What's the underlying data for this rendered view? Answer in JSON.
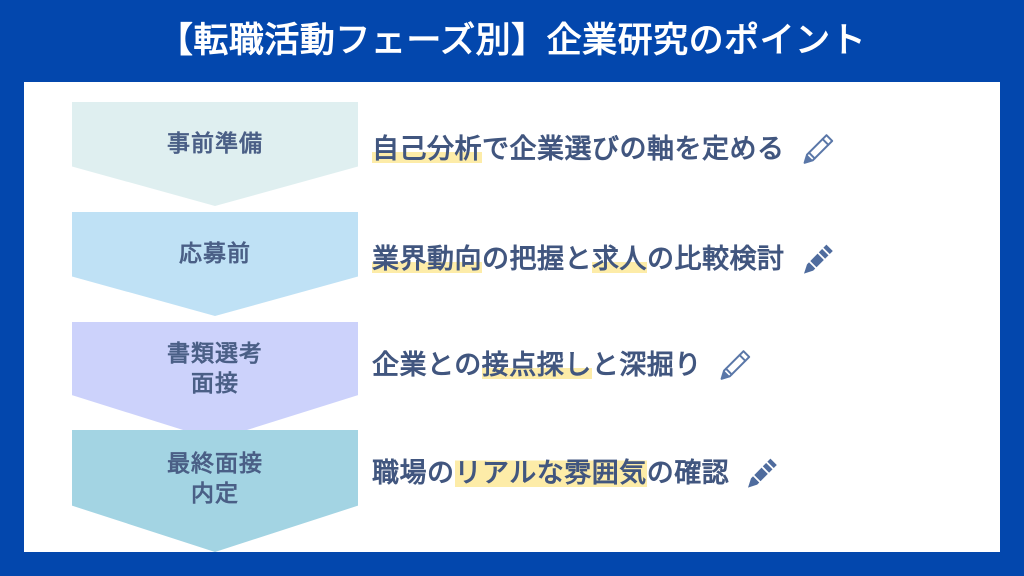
{
  "slide": {
    "title": "【転職活動フェーズ別】企業研究のポイント",
    "background_color": "#0347ad",
    "panel_color": "#ffffff",
    "title_color": "#ffffff",
    "text_color": "#41567f",
    "highlight_color": "#fdeca8"
  },
  "rows": [
    {
      "phase_label": "事前準備",
      "phase_color": "#dfeff0",
      "point_full": "自己分析で企業選びの軸を定める",
      "point_parts": [
        {
          "text": "自己分析",
          "highlight": "partial"
        },
        {
          "text": "で企業選びの軸を定める",
          "highlight": "none"
        }
      ],
      "icon": "pencil-outline-icon"
    },
    {
      "phase_label": "応募前",
      "phase_color": "#bfe1f5",
      "point_full": "業界動向の把握と求人の比較検討",
      "point_parts": [
        {
          "text": "業界動向",
          "highlight": "partial"
        },
        {
          "text": "の把握と",
          "highlight": "none"
        },
        {
          "text": "求人",
          "highlight": "partial"
        },
        {
          "text": "の比較検討",
          "highlight": "none"
        }
      ],
      "icon": "pencil-filled-icon"
    },
    {
      "phase_label": "書類選考\n面接",
      "phase_color": "#ccd2fb",
      "point_full": "企業との接点探しと深掘り",
      "point_parts": [
        {
          "text": "企業との",
          "highlight": "none"
        },
        {
          "text": "接点探し",
          "highlight": "partial"
        },
        {
          "text": "と深掘り",
          "highlight": "none"
        }
      ],
      "icon": "pencil-outline-icon"
    },
    {
      "phase_label": "最終面接\n内定",
      "phase_color": "#a3d4e3",
      "point_full": "職場のリアルな雰囲気の確認",
      "point_parts": [
        {
          "text": "職場の",
          "highlight": "none"
        },
        {
          "text": "リアルな雰囲気",
          "highlight": "full"
        },
        {
          "text": "の確認",
          "highlight": "none"
        }
      ],
      "icon": "pencil-filled-icon"
    }
  ]
}
